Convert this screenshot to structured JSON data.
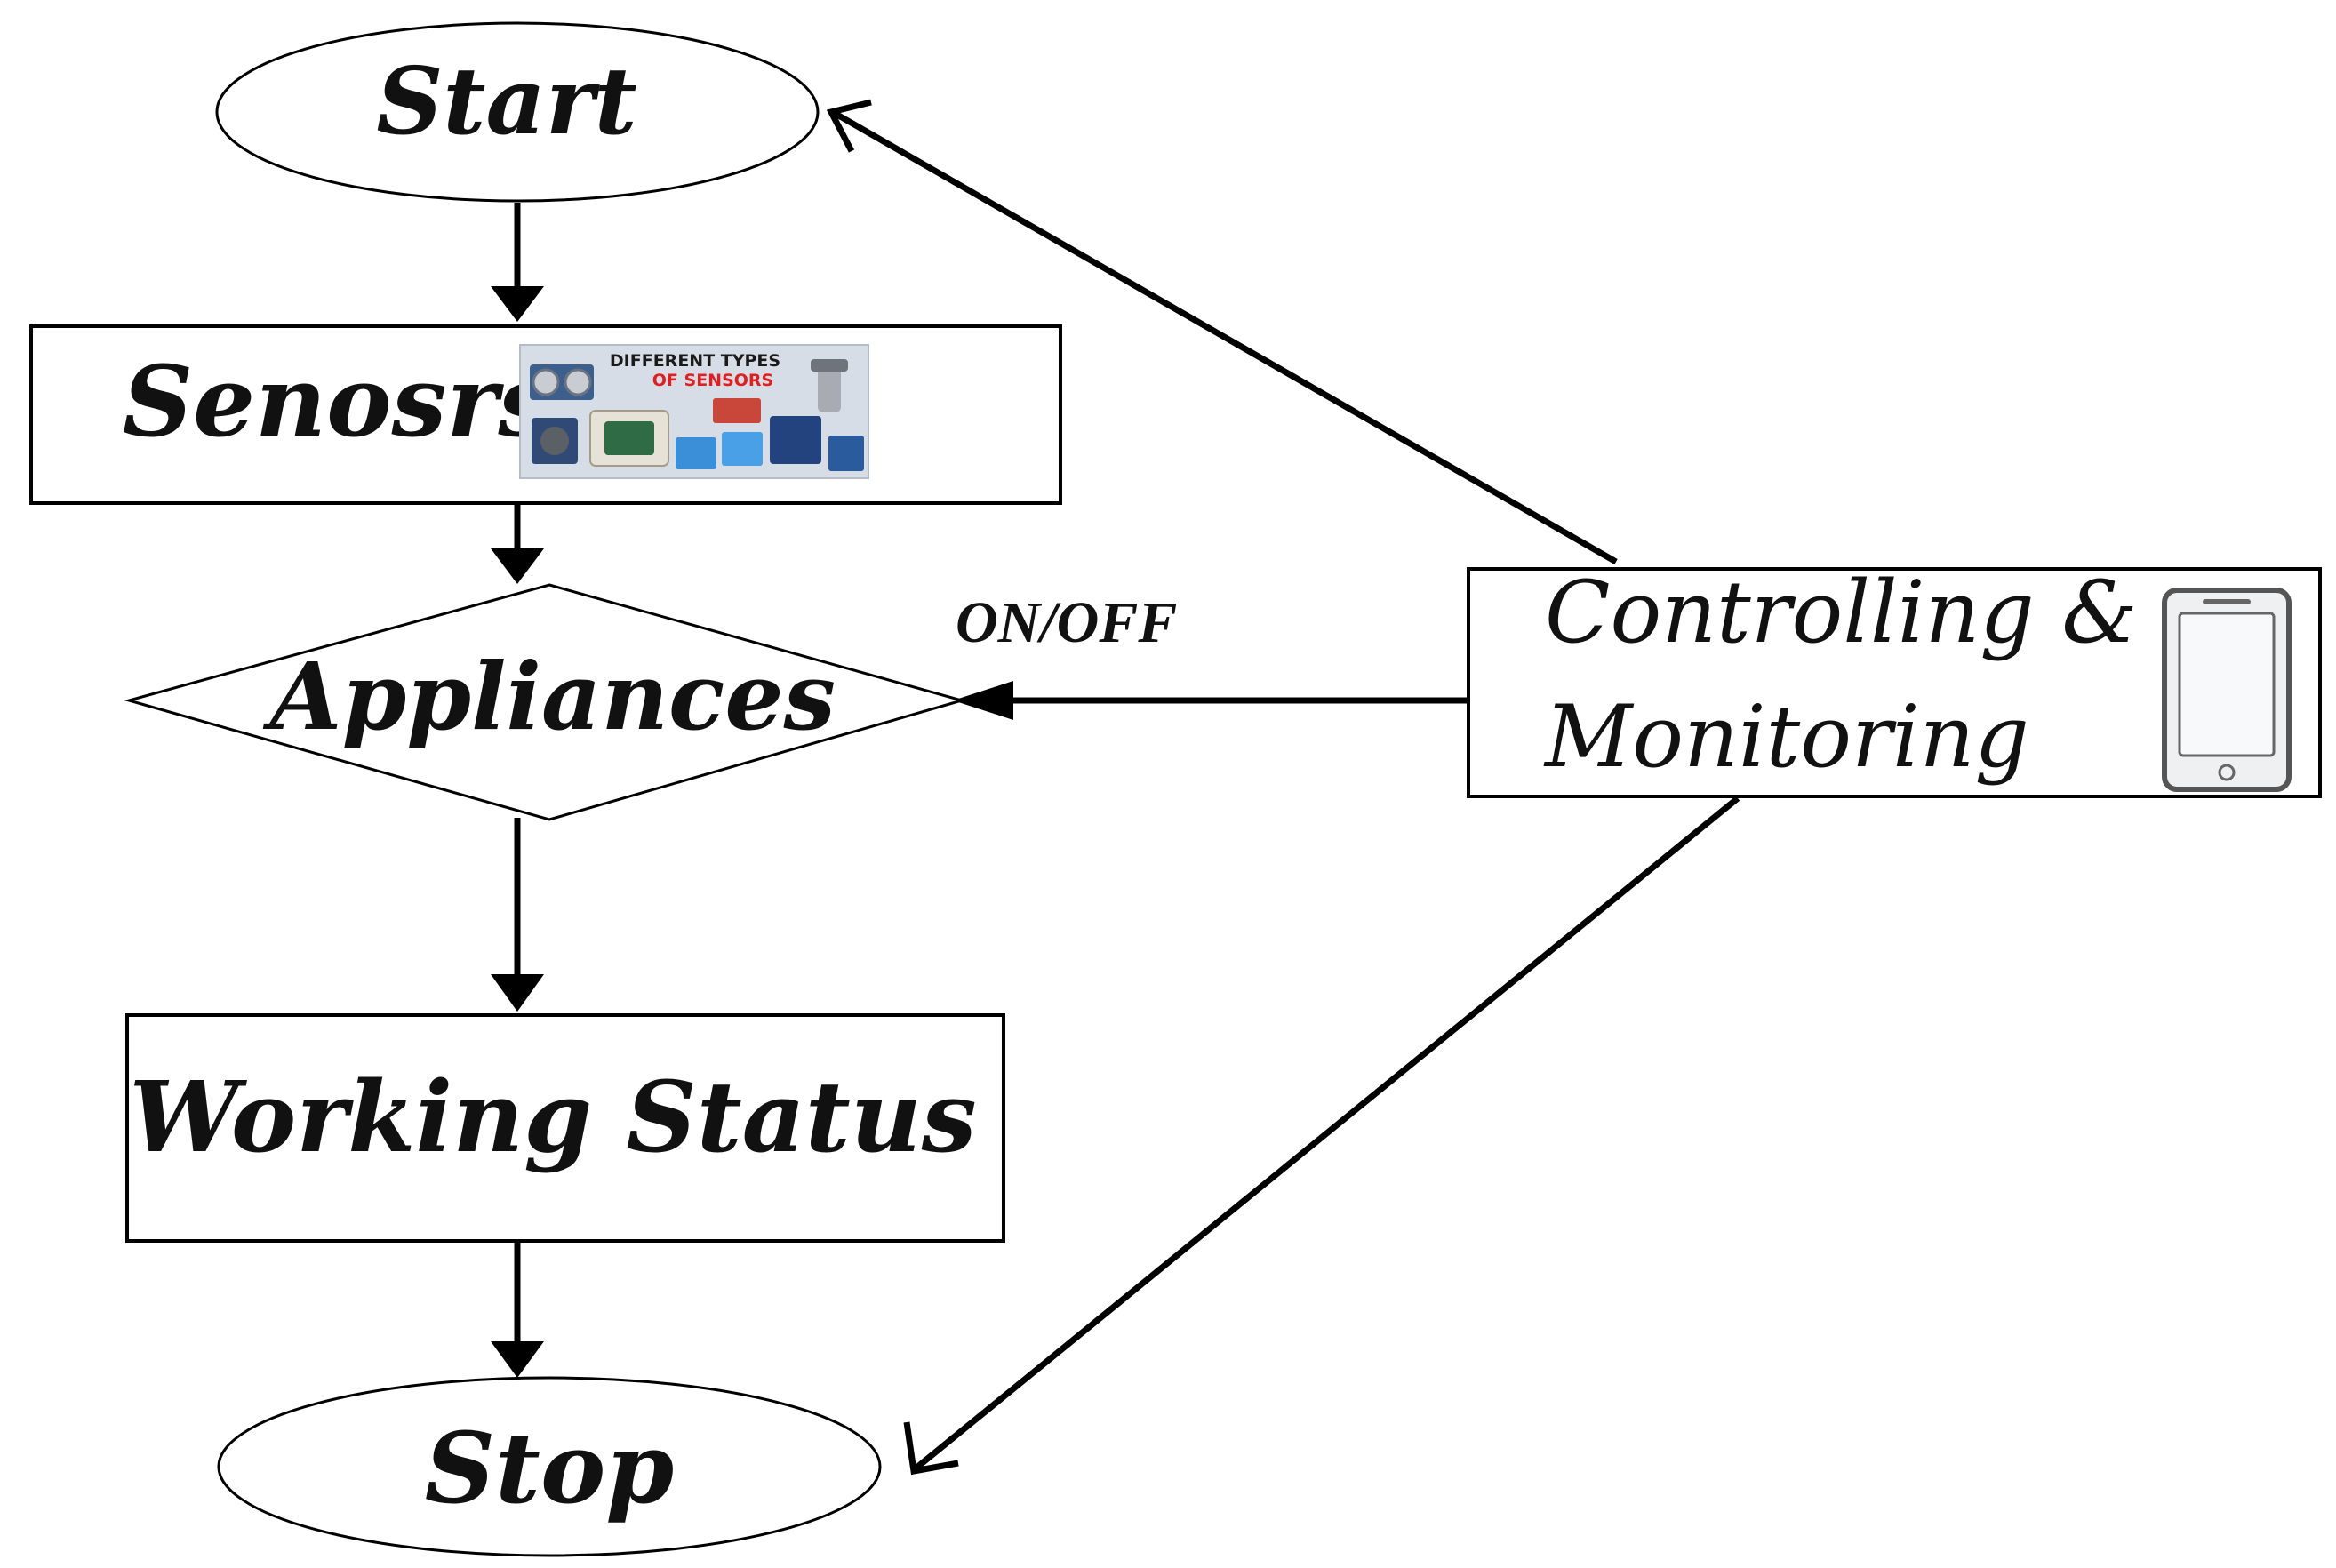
{
  "nodes": {
    "start": {
      "label": "Start"
    },
    "sensors": {
      "label": "Senosrs"
    },
    "appliances": {
      "label": "Appliances"
    },
    "working_status": {
      "label": "Working Status"
    },
    "stop": {
      "label": "Stop"
    },
    "control": {
      "label_line1": "Controlling &",
      "label_line2": "Monitoring"
    }
  },
  "edges": {
    "control_to_appliances": {
      "label": "ON/OFF"
    }
  },
  "sensor_image": {
    "line1": "DIFFERENT TYPES",
    "line2": "OF SENSORS"
  },
  "icons": {
    "sensors": "sensor-modules-image",
    "control": "smartphone-icon"
  },
  "colors": {
    "stroke": "#000000",
    "sensor_caption_top": "#1a1a1a",
    "sensor_caption_bottom": "#e02020"
  }
}
